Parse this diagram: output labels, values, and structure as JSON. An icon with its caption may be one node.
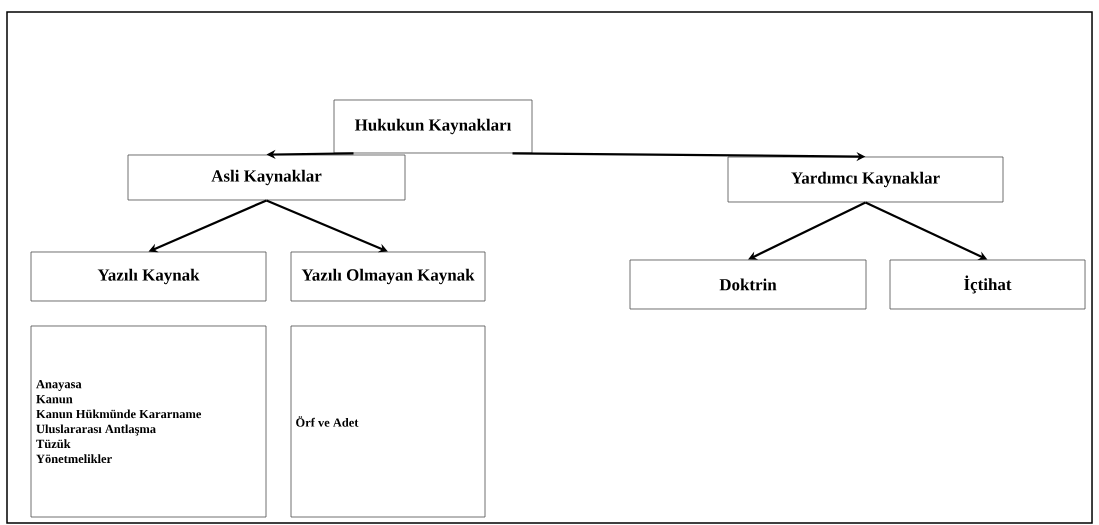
{
  "diagram": {
    "nodes": [
      {
        "text": [
          "Hukukun Kaynakları"
        ]
      },
      {
        "text": [
          "Asli Kaynaklar"
        ]
      },
      {
        "text": [
          "Yardımcı Kaynaklar"
        ]
      },
      {
        "text": [
          "Yazılı Kaynak"
        ]
      },
      {
        "text": [
          "Yazılı Olmayan Kaynak"
        ]
      },
      {
        "text": [
          "Doktrin"
        ]
      },
      {
        "text": [
          "İçtihat"
        ]
      },
      {
        "text": [
          "Anayasa",
          "Kanun",
          "Kanun Hükmünde Kararname",
          "Uluslararası Antlaşma",
          "Tüzük",
          "Yönetmelikler"
        ]
      },
      {
        "text": [
          "Örf ve Adet"
        ]
      }
    ],
    "edges": [
      {
        "from": 0,
        "to": 1,
        "arrow": "to"
      },
      {
        "from": 0,
        "to": 2,
        "arrow": "to"
      },
      {
        "from": 1,
        "to": 3,
        "arrow": "to"
      },
      {
        "from": 1,
        "to": 4,
        "arrow": "to"
      },
      {
        "from": 2,
        "to": 5,
        "arrow": "to"
      },
      {
        "from": 2,
        "to": 6,
        "arrow": "to"
      }
    ]
  }
}
